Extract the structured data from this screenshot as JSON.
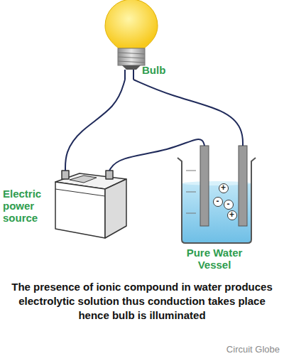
{
  "diagram": {
    "caption": "The presence of ionic compound in water produces electrolytic solution thus conduction takes place hence bulb is illuminated",
    "nodes": [
      {
        "text": [
          "Bulb"
        ]
      },
      {
        "text": [
          "Electric power source"
        ]
      },
      {
        "text": [
          "Pure Water Vessel"
        ]
      }
    ],
    "edges": [
      {
        "from": 0,
        "to": 1,
        "arrow": "none"
      },
      {
        "from": 0,
        "to": 2,
        "arrow": "none"
      },
      {
        "from": 1,
        "to": 2,
        "arrow": "none"
      }
    ],
    "labels": [
      "+",
      "-",
      "-",
      "+",
      "Circuit Globe"
    ]
  }
}
